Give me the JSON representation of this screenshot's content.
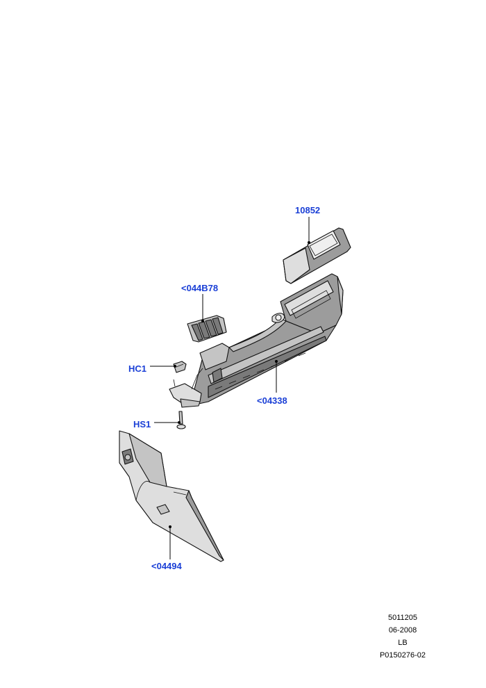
{
  "callouts": {
    "part_10852": "10852",
    "part_044B78": "<044B78",
    "part_hc1": "HC1",
    "part_04338": "<04338",
    "part_hs1": "HS1",
    "part_04494": "<04494"
  },
  "reference": {
    "line1": "5011205",
    "line2": "06-2008",
    "line3": "LB",
    "line4": "P0150276-02"
  },
  "colors": {
    "callout_text": "#1a3fd6",
    "line": "#000000"
  }
}
